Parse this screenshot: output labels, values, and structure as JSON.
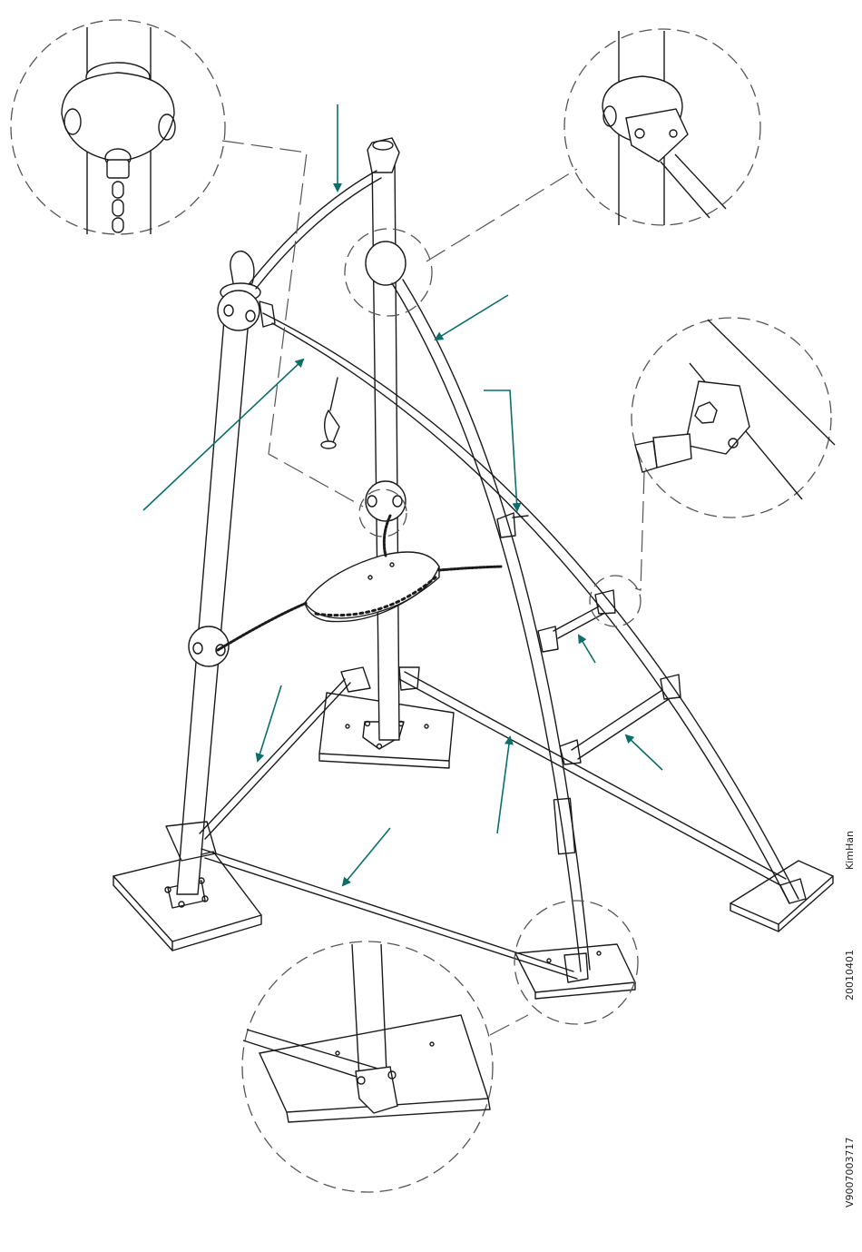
{
  "drawing": {
    "type": "assembly-instruction-illustration",
    "line_color": "#1a1a1a",
    "arrow_color": "#0b6e6b",
    "background": "#ffffff",
    "detail_callouts": [
      "top-left-chain-hook-detail",
      "top-right-ball-joint-detail",
      "right-brace-bolt-detail",
      "bottom-foot-plate-detail"
    ]
  },
  "labels": {
    "designer": "KimHan",
    "date_code": "20010401",
    "part_number": "V9007003717"
  }
}
